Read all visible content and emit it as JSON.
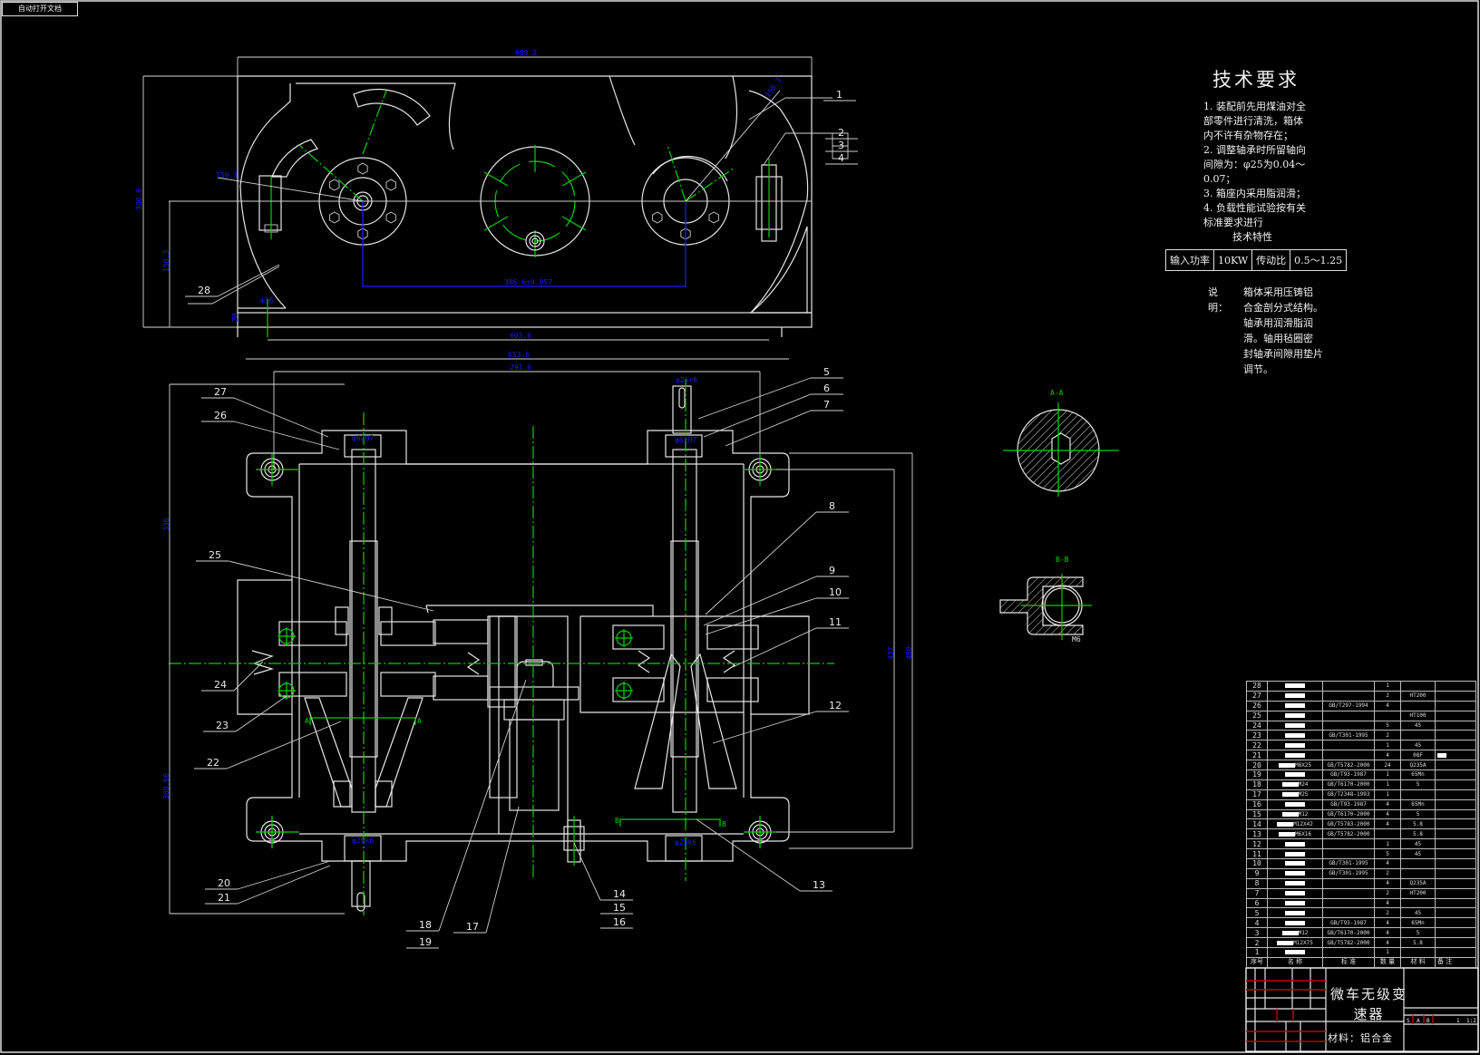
{
  "window": {
    "tab_label": "自动打开文档"
  },
  "drawing": {
    "title": "微车无级变速器",
    "material_label": "材料：铝合金",
    "scale": "1:2",
    "sheet": "1",
    "stage_marks": [
      "S",
      "A",
      "B"
    ],
    "colors": {
      "background": "#000000",
      "outline": "#e6e6e6",
      "center_line": "#00d000",
      "dimension": "#1a1aff",
      "title_block_rule": "#c00000"
    }
  },
  "tech_requirements": {
    "heading": "技术要求",
    "items": [
      "1. 装配前先用煤油对全部零件进行清洗，箱体内不许有杂物存在；",
      "2. 调整轴承时所留轴向间隙为：φ25为0.04～0.07；",
      "3. 箱座内采用脂润滑；",
      "4. 负载性能试验按有关标准要求进行"
    ],
    "lines": "1. 装配前先用煤油对全\n部零件进行清洗，箱体\n内不许有杂物存在；\n2. 调整轴承时所留轴向\n间隙为：φ25为0.04～\n0.07；\n3. 箱座内采用脂润滑；\n4. 负载性能试验按有关\n标准要求进行",
    "spec_heading": "技术特性"
  },
  "spec_table": {
    "input_power_label": "输入功率",
    "input_power_value": "10KW",
    "ratio_label": "传动比",
    "ratio_value": "0.5～1.25"
  },
  "note": {
    "label": "说明：",
    "text": "箱体采用压铸铝\n合金剖分式结构。\n轴承用润滑脂润\n滑。轴用毡圈密\n封轴承间隙用垫片\n调节。"
  },
  "dimensions": {
    "top_width_overall": "689.2",
    "top_height_overall": "300.6",
    "top_half_height": "150.3",
    "radius_left": "150.3",
    "radius_right": "150.3",
    "center_distance": "386.6±0.057",
    "base_inner": "603.6",
    "base_outer": "653.6",
    "base_thickness": "20",
    "foot_hole": "φ16",
    "front_width_overall": "653.6",
    "front_width_inner": "291.6",
    "front_height_upper": "336",
    "front_height_lower": "300.66",
    "right_height_a": "437",
    "right_height_b": "480",
    "shaft_end": "φ25r6",
    "bearing_fit_a": "φ62H7",
    "bearing_fit_b": "φ25k6",
    "bearing_fit_c": "φ62H7",
    "bearing_fit_d": "φ25k6",
    "thread_m6": "M6"
  },
  "sections": {
    "a": "A-A",
    "b": "B-B",
    "a_mark": "A",
    "b_mark": "B"
  },
  "part_labels": [
    "1",
    "2",
    "3",
    "4",
    "5",
    "6",
    "7",
    "8",
    "9",
    "10",
    "11",
    "12",
    "13",
    "14",
    "15",
    "16",
    "17",
    "18",
    "19",
    "20",
    "21",
    "22",
    "23",
    "24",
    "25",
    "26",
    "27",
    "28"
  ],
  "bom": {
    "rows": [
      {
        "no": "28",
        "name_suffix": "",
        "standard": "",
        "qty": "1",
        "material": "",
        "material_hidden": true
      },
      {
        "no": "27",
        "name_suffix": "",
        "standard": "",
        "qty": "2",
        "material": "HT200"
      },
      {
        "no": "26",
        "name_suffix": "",
        "standard": "GB/T297-1994",
        "qty": "4",
        "material": ""
      },
      {
        "no": "25",
        "name_suffix": "",
        "standard": "",
        "qty": "",
        "material": "HT100"
      },
      {
        "no": "24",
        "name_suffix": "",
        "standard": "",
        "qty": "5",
        "material": "45"
      },
      {
        "no": "23",
        "name_suffix": "",
        "standard": "GB/T301-1995",
        "qty": "2",
        "material": ""
      },
      {
        "no": "22",
        "name_suffix": "",
        "standard": "",
        "qty": "1",
        "material": "45"
      },
      {
        "no": "21",
        "name_suffix": "",
        "standard": "",
        "qty": "4",
        "material": "08F",
        "remark_hidden": true
      },
      {
        "no": "20",
        "name_suffix": "M8X25",
        "standard": "GB/T5782-2000",
        "qty": "24",
        "material": "Q235A"
      },
      {
        "no": "19",
        "name_suffix": "",
        "standard": "GB/T93-1987",
        "qty": "1",
        "material": "65Mn"
      },
      {
        "no": "18",
        "name_suffix": "M24",
        "standard": "GB/T6170-2000",
        "qty": "1",
        "material": "5"
      },
      {
        "no": "17",
        "name_suffix": "M25",
        "standard": "GB/T2348-1993",
        "qty": "1",
        "material": ""
      },
      {
        "no": "16",
        "name_suffix": "",
        "standard": "GB/T93-1987",
        "qty": "4",
        "material": "65Mn"
      },
      {
        "no": "15",
        "name_suffix": "M12",
        "standard": "GB/T6170-2000",
        "qty": "4",
        "material": "5"
      },
      {
        "no": "14",
        "name_suffix": "M12X42",
        "standard": "GB/T5783-2000",
        "qty": "4",
        "material": "5.8"
      },
      {
        "no": "13",
        "name_suffix": "M6X16",
        "standard": "GB/T5782-2000",
        "qty": "",
        "material": "5.8"
      },
      {
        "no": "12",
        "name_suffix": "",
        "standard": "",
        "qty": "1",
        "material": "45"
      },
      {
        "no": "11",
        "name_suffix": "",
        "standard": "",
        "qty": "5",
        "material": "45"
      },
      {
        "no": "10",
        "name_suffix": "",
        "standard": "GB/T301-1995",
        "qty": "4",
        "material": ""
      },
      {
        "no": "9",
        "name_suffix": "",
        "standard": "GB/T301-1995",
        "qty": "2",
        "material": ""
      },
      {
        "no": "8",
        "name_suffix": "",
        "standard": "",
        "qty": "4",
        "material": "Q235A"
      },
      {
        "no": "7",
        "name_suffix": "",
        "standard": "",
        "qty": "2",
        "material": "HT200"
      },
      {
        "no": "6",
        "name_suffix": "",
        "standard": "",
        "qty": "4",
        "material": "",
        "material_hidden": true
      },
      {
        "no": "5",
        "name_suffix": "",
        "standard": "",
        "qty": "2",
        "material": "45"
      },
      {
        "no": "4",
        "name_suffix": "",
        "standard": "GB/T93-1987",
        "qty": "4",
        "material": "65Mn"
      },
      {
        "no": "3",
        "name_suffix": "M12",
        "standard": "GB/T6170-2000",
        "qty": "4",
        "material": "5"
      },
      {
        "no": "2",
        "name_suffix": "M12X75",
        "standard": "GB/T5782-2000",
        "qty": "4",
        "material": "5.8"
      },
      {
        "no": "1",
        "name_suffix": "",
        "standard": "",
        "qty": "1",
        "material": "",
        "material_hidden": true
      }
    ],
    "headers": {
      "no": "序号",
      "name": "名 称",
      "standard": "标 准",
      "qty": "数 量",
      "material": "材 料",
      "remark": "备 注"
    }
  }
}
